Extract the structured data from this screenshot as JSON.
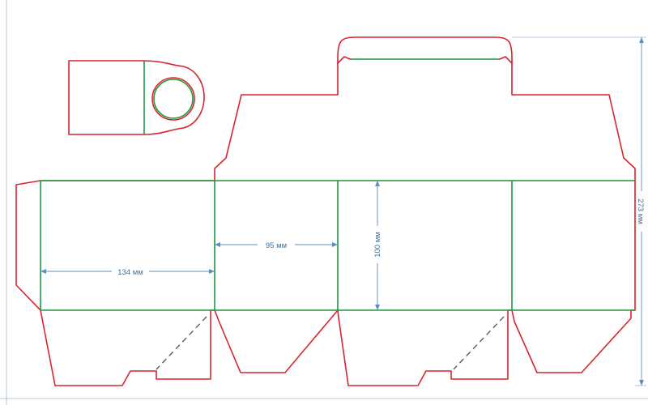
{
  "dimensions": {
    "width_panel_1": "134 мм",
    "width_panel_2": "95 мм",
    "height_panel": "100 мм",
    "total_height": "273 мм"
  },
  "colors": {
    "cut_line": "#d9242f",
    "fold_line": "#1a9a3a",
    "perforation": "#5b5b5b",
    "dimension": "#5f8fb8"
  }
}
